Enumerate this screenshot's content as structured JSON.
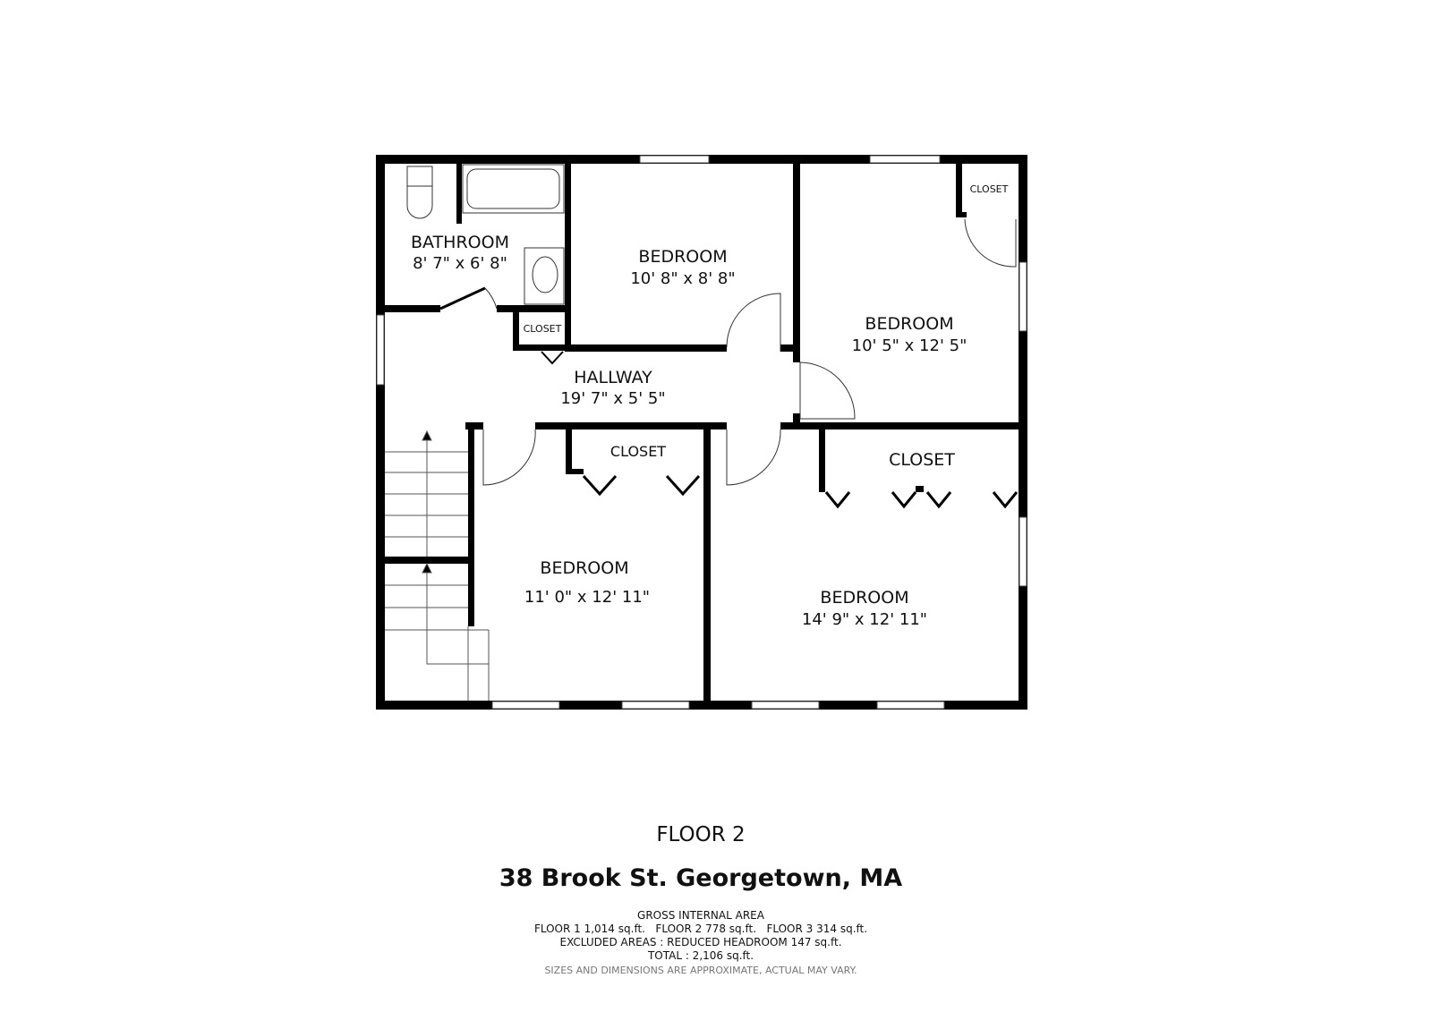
{
  "rooms": {
    "bathroom": {
      "name": "BATHROOM",
      "dims": "8' 7\" x 6' 8\""
    },
    "bedroom_top": {
      "name": "BEDROOM",
      "dims": "10' 8\" x 8' 8\""
    },
    "bedroom_right": {
      "name": "BEDROOM",
      "dims": "10' 5\" x 12' 5\""
    },
    "hallway": {
      "name": "HALLWAY",
      "dims": "19' 7\" x 5' 5\""
    },
    "bedroom_bottom_left": {
      "name": "BEDROOM",
      "dims": "11' 0\" x 12' 11\""
    },
    "bedroom_bottom_right": {
      "name": "BEDROOM",
      "dims": "14' 9\" x 12' 11\""
    },
    "closet_top_right": "CLOSET",
    "closet_hall": "CLOSET",
    "closet_bedroom_left": "CLOSET",
    "closet_bedroom_right": "CLOSET"
  },
  "floor_label": "FLOOR 2",
  "address": "38 Brook St. Georgetown, MA",
  "area": {
    "heading": "GROSS INTERNAL AREA",
    "floors": "FLOOR 1 1,014 sq.ft.   FLOOR 2 778 sq.ft.   FLOOR 3 314 sq.ft.",
    "excluded": "EXCLUDED AREAS :  REDUCED HEADROOM 147 sq.ft.",
    "total": "TOTAL :  2,106 sq.ft."
  },
  "disclaimer": "SIZES AND DIMENSIONS ARE APPROXIMATE, ACTUAL MAY VARY."
}
